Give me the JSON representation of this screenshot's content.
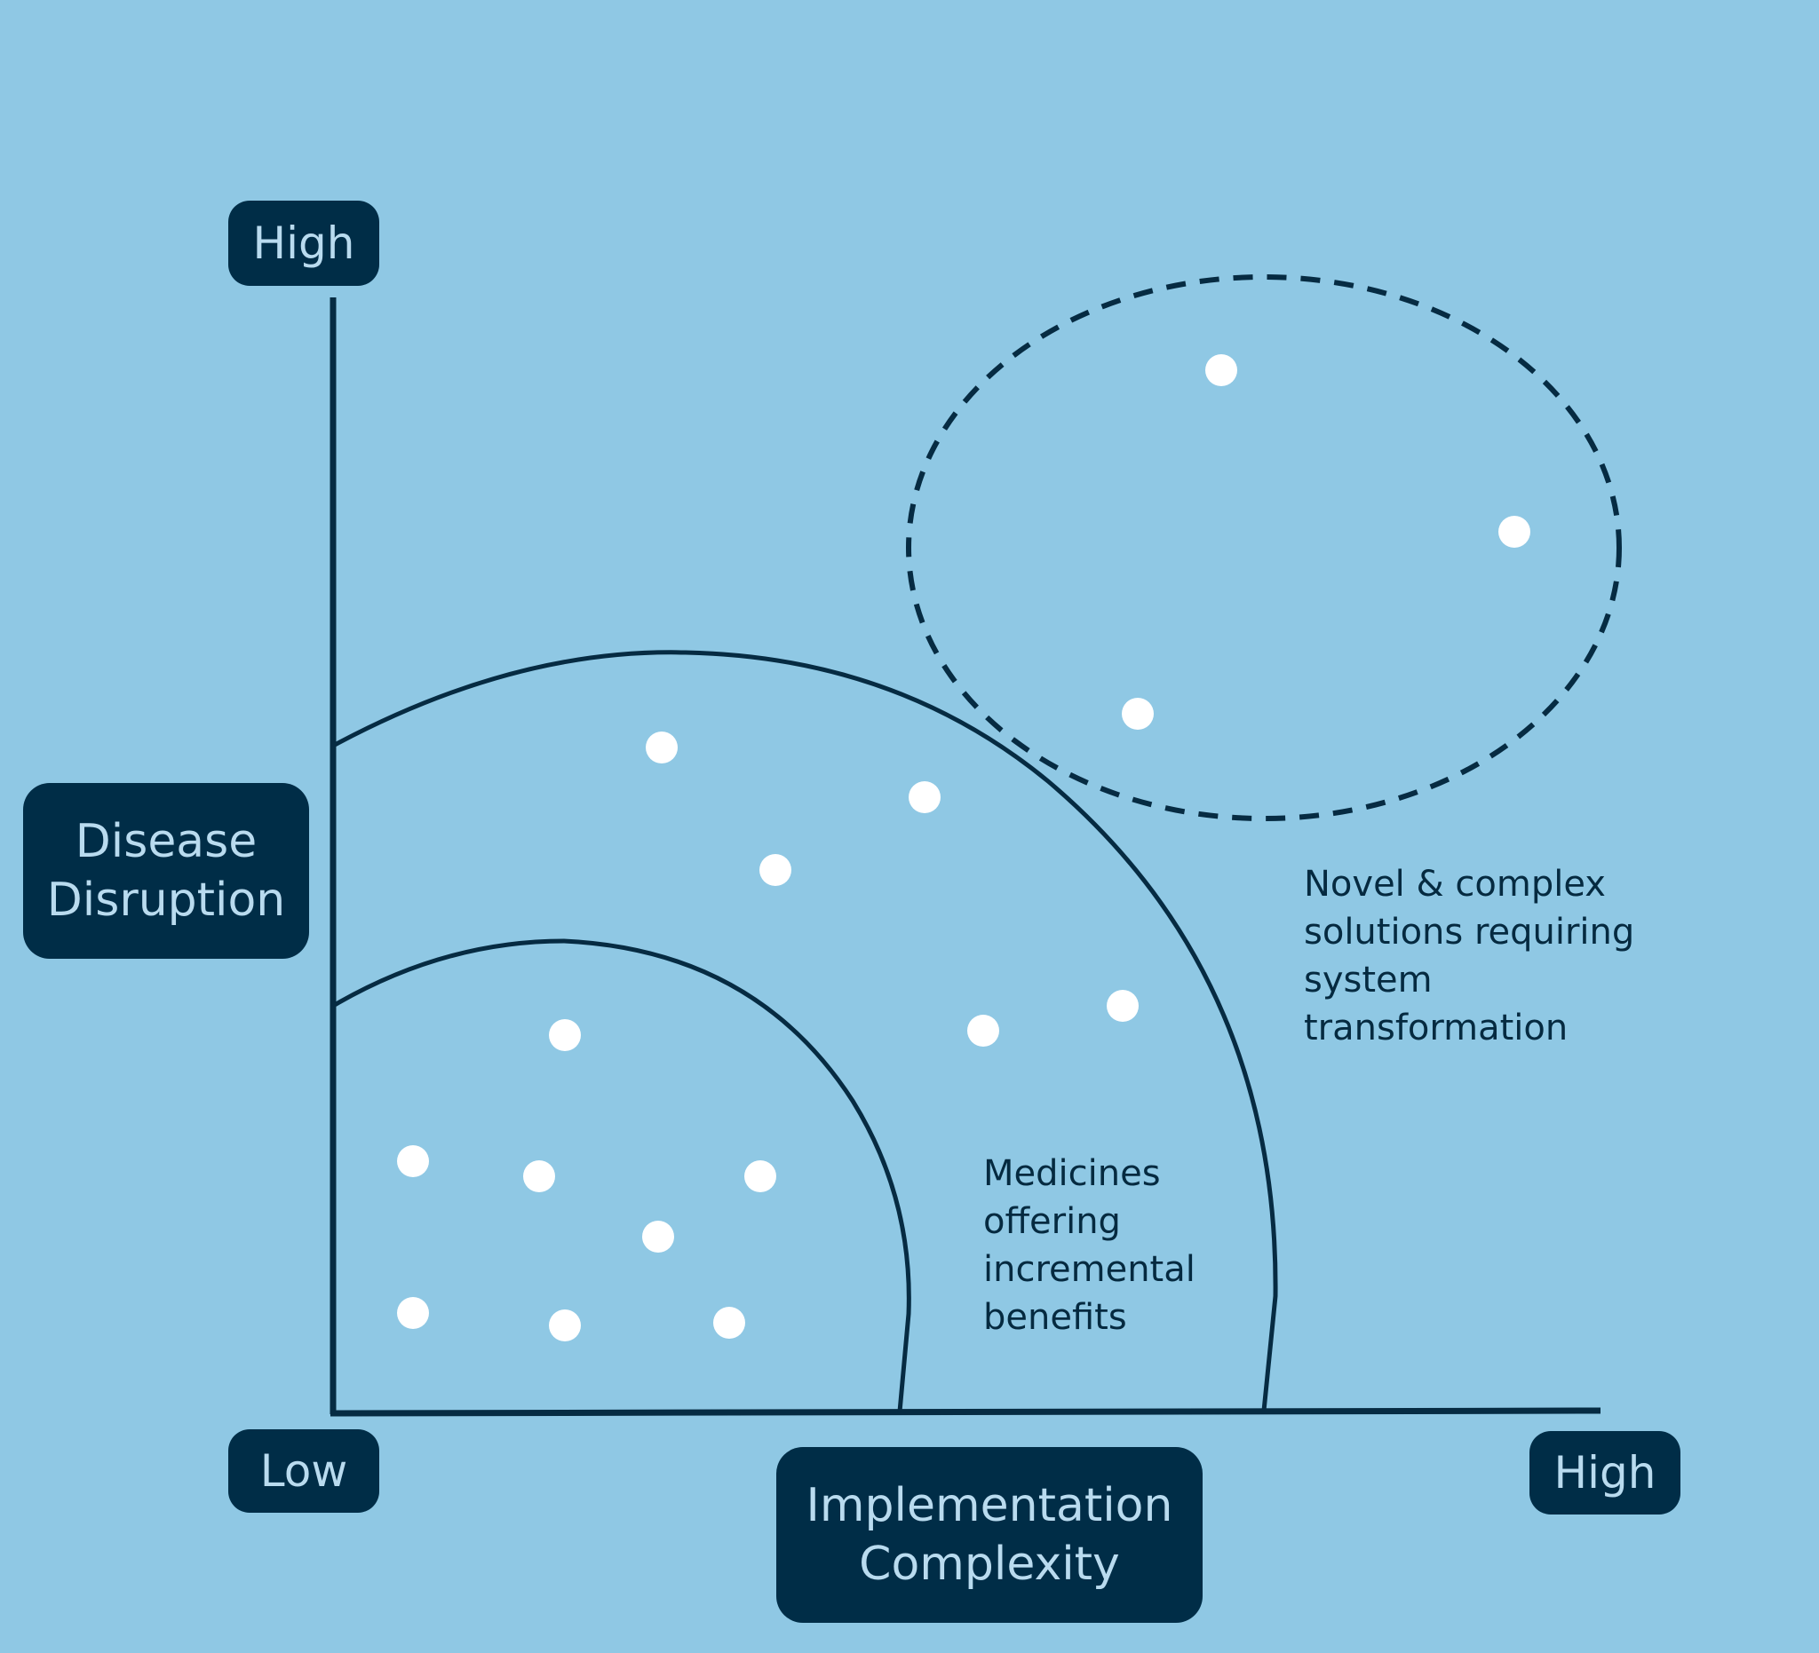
{
  "y_axis": {
    "high_label": "High",
    "title": "Disease\nDisruption"
  },
  "x_axis": {
    "low_label": "Low",
    "high_label": "High",
    "title": "Implementation\nComplexity"
  },
  "regions": {
    "outer_annotation": "Novel & complex\nsolutions requiring\nsystem\ntransformation",
    "inner_annotation": "Medicines\noffering\nincremental\nbenefits"
  },
  "colors": {
    "background": "#8fc8e4",
    "dark": "#002d47",
    "dot": "#ffffff",
    "label_text": "#b9dbef"
  }
}
